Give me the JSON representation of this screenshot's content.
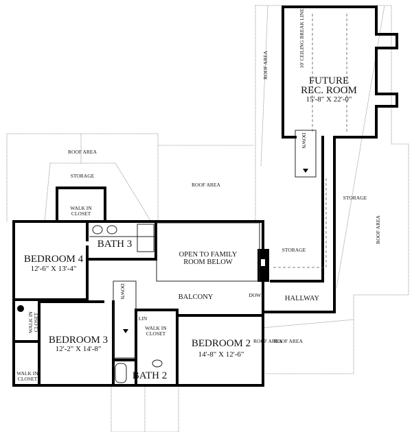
{
  "rooms": {
    "future_rec_room": {
      "name_line1": "FUTURE",
      "name_line2": "REC. ROOM",
      "size": "15'-8\" X 22'-0\""
    },
    "ceiling_break": "10' CEILING BREAK LINE",
    "bedroom4": {
      "name": "BEDROOM 4",
      "size": "12'-6\" X 13'-4\""
    },
    "bedroom3": {
      "name": "BEDROOM 3",
      "size": "12'-2\" X 14'-8\""
    },
    "bedroom2": {
      "name": "BEDROOM 2",
      "size": "14'-8\" X 12'-6\""
    },
    "bath3": "BATH 3",
    "bath2": "BATH 2",
    "open_to_family_line1": "OPEN TO FAMILY",
    "open_to_family_line2": "ROOM BELOW",
    "balcony": "BALCONY",
    "hallway": "HALLWAY",
    "lin": "LIN",
    "walk_in_closet_line1": "WALK IN",
    "walk_in_closet_line2": "CLOSET",
    "storage": "STORAGE",
    "roof_area": "ROOF AREA",
    "down": "DOWN"
  }
}
